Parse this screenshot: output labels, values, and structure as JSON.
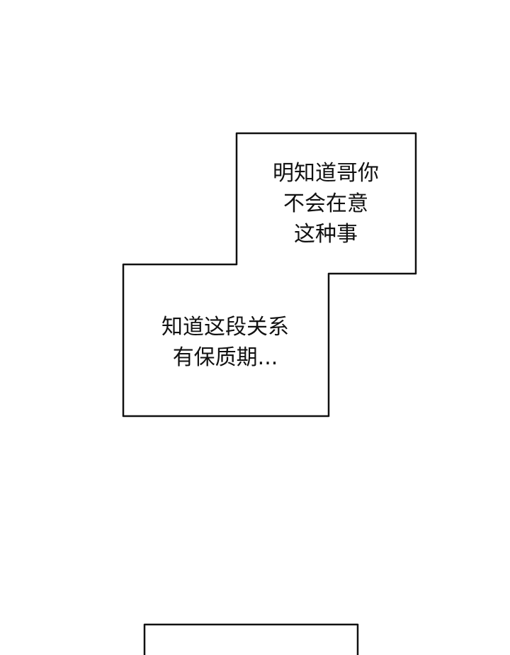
{
  "bubbles": [
    {
      "lines": [
        "明知道哥你",
        "不会在意",
        "这种事"
      ]
    },
    {
      "lines": [
        "知道这段关系",
        "有保质期..."
      ]
    }
  ]
}
